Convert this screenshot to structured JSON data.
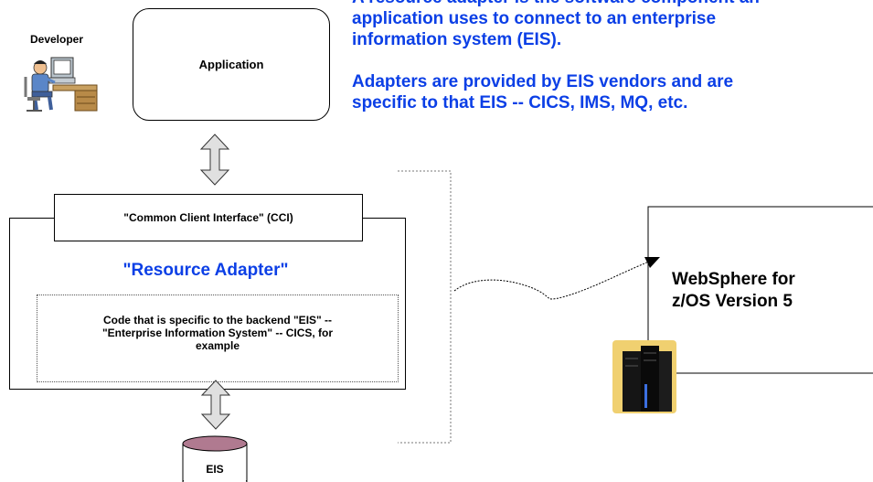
{
  "heading": {
    "line1": "A resource adapter is the software component an",
    "line2": "application uses to connect to an enterprise",
    "line3": "information system (EIS).",
    "line4": "Adapters are provided by EIS vendors and are",
    "line5": "specific to that EIS -- CICS, IMS, MQ, etc."
  },
  "developer": {
    "label": "Developer"
  },
  "application": {
    "label": "Application"
  },
  "cci": {
    "label": "\"Common Client Interface\" (CCI)"
  },
  "resource_adapter": {
    "title": "\"Resource Adapter\""
  },
  "eis_code": {
    "line1": "Code that is specific to the backend \"EIS\" --",
    "line2": "\"Enterprise Information System\" -- CICS, for",
    "line3": "example"
  },
  "eis": {
    "label": "EIS"
  },
  "websphere": {
    "line1": "WebSphere for",
    "line2": "z/OS Version 5"
  },
  "colors": {
    "accent_blue": "#0b3fe6",
    "arrow_gray": "#e0e0e0",
    "cylinder_top": "#b07a90"
  }
}
